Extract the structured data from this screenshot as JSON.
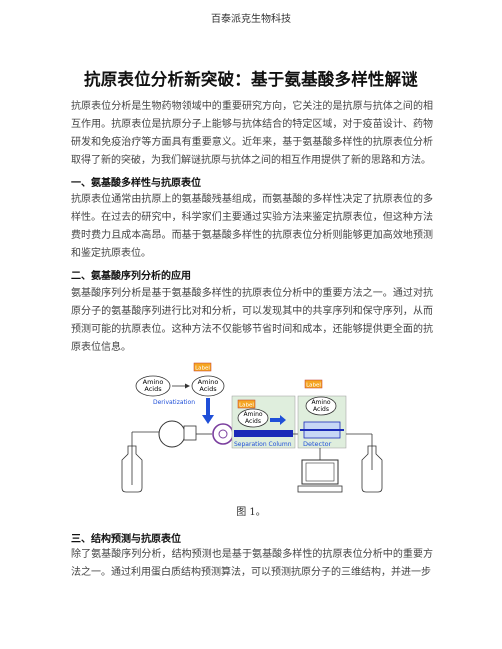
{
  "header": {
    "company": "百泰派克生物科技"
  },
  "doc": {
    "title": "抗原表位分析新突破：基于氨基酸多样性解谜",
    "intro": "抗原表位分析是生物药物领域中的重要研究方向，它关注的是抗原与抗体之间的相互作用。抗原表位是抗原分子上能够与抗体结合的特定区域，对于疫苗设计、药物研发和免疫治疗等方面具有重要意义。近年来，基于氨基酸多样性的抗原表位分析取得了新的突破，为我们解谜抗原与抗体之间的相互作用提供了新的思路和方法。",
    "sections": [
      {
        "heading": "一、氨基酸多样性与抗原表位",
        "body": "抗原表位通常由抗原上的氨基酸残基组成，而氨基酸的多样性决定了抗原表位的多样性。在过去的研究中，科学家们主要通过实验方法来鉴定抗原表位，但这种方法费时费力且成本高昂。而基于氨基酸多样性的抗原表位分析则能够更加高效地预测和鉴定抗原表位。"
      },
      {
        "heading": "二、氨基酸序列分析的应用",
        "body": "氨基酸序列分析是基于氨基酸多样性的抗原表位分析中的重要方法之一。通过对抗原分子的氨基酸序列进行比对和分析，可以发现其中的共享序列和保守序列，从而预测可能的抗原表位。这种方法不仅能够节省时间和成本，还能够提供更全面的抗原表位信息。"
      },
      {
        "heading": "三、结构预测与抗原表位",
        "body": "除了氨基酸序列分析，结构预测也是基于氨基酸多样性的抗原表位分析中的重要方法之一。通过利用蛋白质结构预测算法，可以预测抗原分子的三维结构，并进一步"
      }
    ]
  },
  "figure": {
    "caption": "图 1。",
    "labels": {
      "amino_line1": "Amino",
      "amino_line2": "Acids",
      "label_tag": "Label",
      "derivatization": "Derivatization",
      "separation_column": "Separation Column",
      "detector": "Detector"
    },
    "colors": {
      "label_fill": "#f5a623",
      "label_text": "#ffffff",
      "arrow": "#1f4fd8",
      "text_blue": "#1f4fd8",
      "green_box": "#dfeedd",
      "tube": "#1a2ab8"
    }
  }
}
